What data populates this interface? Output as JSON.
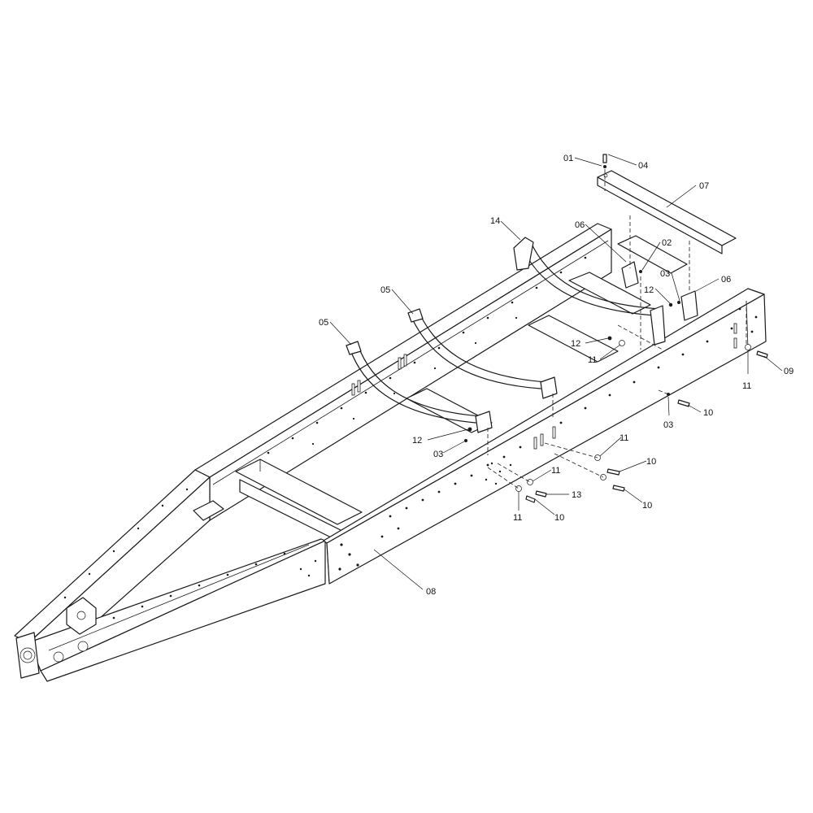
{
  "diagram": {
    "type": "exploded-parts-drawing",
    "subject": "trailer chassis frame",
    "callouts": {
      "c01": "01",
      "c04": "04",
      "c07": "07",
      "c14": "14",
      "c06a": "06",
      "c02": "02",
      "c03a": "03",
      "c06b": "06",
      "c12a": "12",
      "c05a": "05",
      "c05b": "05",
      "c12b": "12",
      "c11a": "11",
      "c11b": "11",
      "c09": "09",
      "c03b": "03",
      "c10a": "10",
      "c12c": "12",
      "c03c": "03",
      "c11c": "11",
      "c10b": "10",
      "c11d": "11",
      "c13": "13",
      "c10c": "10",
      "c11e": "11",
      "c10d": "10",
      "c08": "08"
    }
  }
}
